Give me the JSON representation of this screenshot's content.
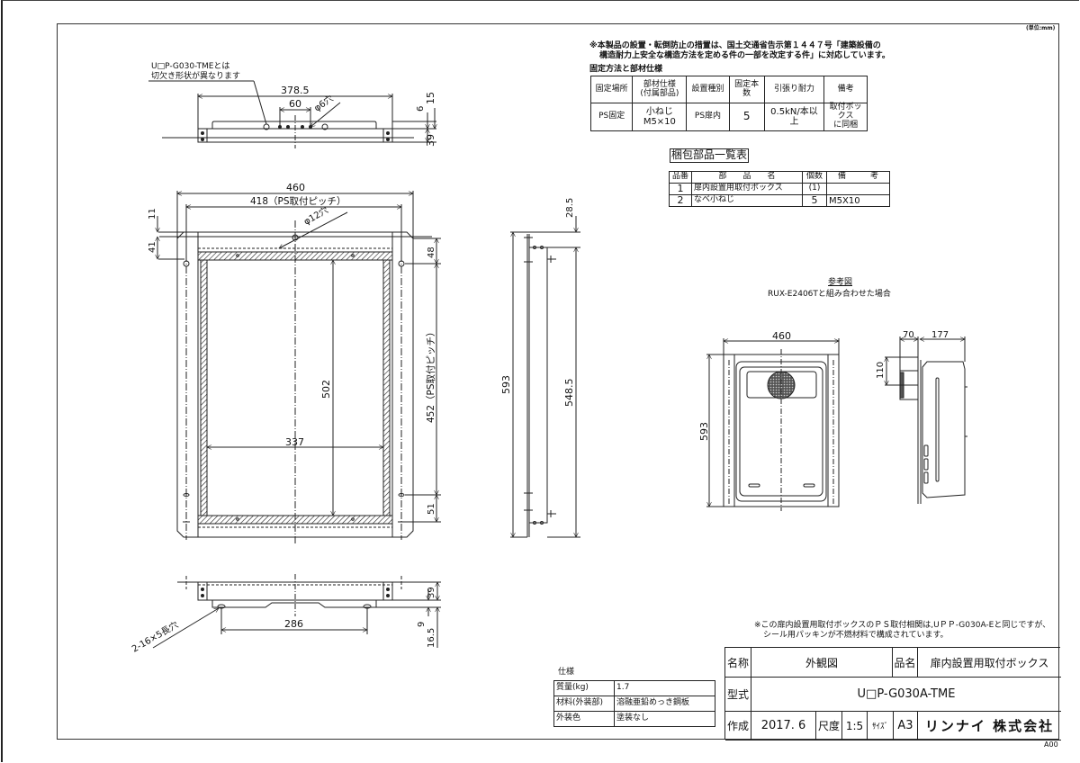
{
  "sheet": {
    "unit_note": "(単位:mm)",
    "revision": "A00"
  },
  "notes": {
    "top_line1": "※本製品の設置・転倒防止の措置は、国土交通省告示第１４４７号「建築設備の",
    "top_line2": "構造耐力上安全な構造方法を定める件の一部を改定する件」に対応しています。",
    "bottom_line1": "※この扉内設置用取付ボックスのＰＳ取付相関は,UＰＰ-G030A-Eと同じですが、",
    "bottom_line2": "シール用パッキンが不燃材料で構成されています。",
    "variant_line1": "U□P-G030-TMEとは",
    "variant_line2": "切欠き形状が異なります"
  },
  "fixing_table": {
    "caption": "固定方法と部材仕様",
    "headers": [
      "固定場所",
      "部材仕様\n(付属部品)",
      "設置種別",
      "固定本数",
      "引張り耐力",
      "備考"
    ],
    "row": [
      "PS固定",
      "小ねじ\nM5×10",
      "PS扉内",
      "5",
      "0.5kN/本以上",
      "取付ボックス\nに同梱"
    ]
  },
  "parts_list": {
    "caption": "梱包部品一覧表",
    "headers": [
      "品番",
      "部　　品　　名",
      "個数",
      "備　　　考"
    ],
    "rows": [
      [
        "1",
        "扉内設置用取付ボックス",
        "(1)",
        ""
      ],
      [
        "2",
        "なべ小ねじ",
        "5",
        "M5X10"
      ]
    ]
  },
  "top_view": {
    "dim_width": "378.5",
    "dim_pitch": "60",
    "hole_label": "φ6穴",
    "dim_6": "6",
    "dim_15": "15",
    "dim_39": "39"
  },
  "front_view": {
    "dim_460": "460",
    "dim_418": "418（PS取付ピッチ）",
    "hole_label": "φ12穴",
    "dim_11": "11",
    "dim_41": "41",
    "dim_48": "48",
    "dim_502": "502",
    "dim_337": "337",
    "dim_452": "452（PS取付ピッチ）",
    "dim_51": "51"
  },
  "side_view": {
    "dim_28_5": "28.5",
    "dim_593": "593",
    "dim_548_5": "548.5"
  },
  "bottom_view": {
    "slot_label": "2-16×5長穴",
    "dim_286": "286",
    "dim_39": "39",
    "dim_9": "9",
    "dim_16_5": "16.5"
  },
  "reference": {
    "title": "参考図",
    "subtitle": "RUX-E2406Tと組み合わせた場合",
    "dim_460": "460",
    "dim_593": "593",
    "dim_70": "70",
    "dim_177": "177",
    "dim_110": "110"
  },
  "spec_table": {
    "caption": "仕様",
    "rows": [
      [
        "質量(kg)",
        "1.7"
      ],
      [
        "材料(外装部)",
        "溶融亜鉛めっき鋼板"
      ],
      [
        "外装色",
        "塗装なし"
      ]
    ]
  },
  "title_block": {
    "name_label": "名称",
    "name_value": "外観図",
    "product_label": "品名",
    "product_value": "扉内設置用取付ボックス",
    "model_label": "型式",
    "model_value": "U□P-G030A-TME",
    "created_label": "作成",
    "created_value": "2017. 6",
    "scale_label": "尺度",
    "scale_value": "1:5",
    "size_label": "ｻｲｽﾞ",
    "size_value": "A3",
    "company": "リンナイ 株式会社"
  }
}
